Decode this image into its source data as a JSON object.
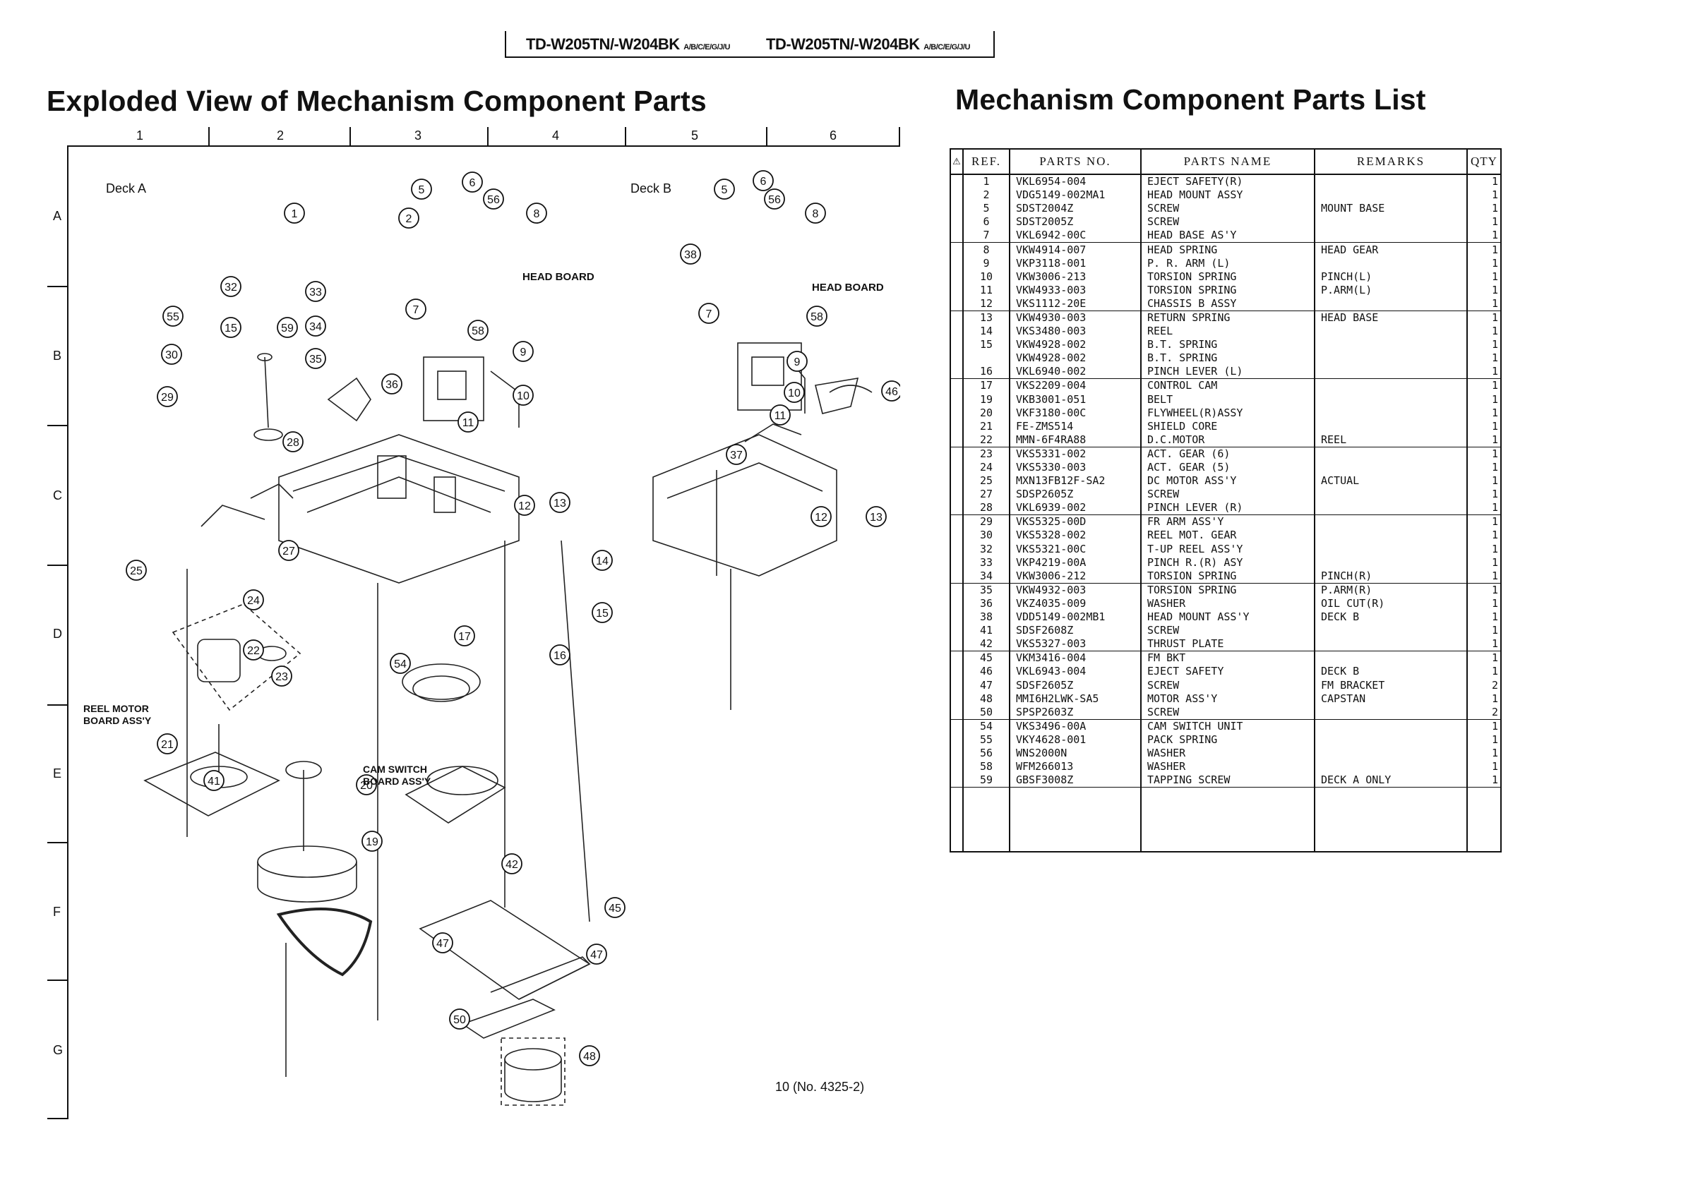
{
  "header": {
    "model_left": "TD-W205TN/-W204BK",
    "suffix_left": "A/B/C/E/G/J/U",
    "model_right": "TD-W205TN/-W204BK",
    "suffix_right": "A/B/C/E/G/J/U"
  },
  "exploded": {
    "title": "Exploded View of Mechanism Component Parts",
    "columns": [
      "1",
      "2",
      "3",
      "4",
      "5",
      "6"
    ],
    "rows": [
      "A",
      "B",
      "C",
      "D",
      "E",
      "F",
      "G"
    ],
    "deck_a": "Deck A",
    "deck_b": "Deck B",
    "head_board_a": "HEAD BOARD",
    "head_board_b": "HEAD BOARD",
    "reel_motor": "REEL MOTOR\nBOARD ASS'Y",
    "cam_switch": "CAM SWITCH\nBOARD ASS'Y",
    "callouts_a": [
      "1",
      "2",
      "5",
      "6",
      "56",
      "8",
      "32",
      "33",
      "55",
      "15",
      "59",
      "34",
      "7",
      "35",
      "30",
      "58",
      "9",
      "36",
      "29",
      "10",
      "28",
      "11",
      "27",
      "12",
      "13",
      "25",
      "24",
      "14",
      "22",
      "17",
      "15",
      "16",
      "23",
      "54",
      "21",
      "41",
      "20",
      "19",
      "42",
      "45",
      "47",
      "47",
      "50",
      "48"
    ],
    "callouts_b": [
      "5",
      "6",
      "56",
      "8",
      "38",
      "7",
      "58",
      "9",
      "10",
      "46",
      "11",
      "37",
      "12",
      "13"
    ]
  },
  "page_number": "10 (No. 4325-2)",
  "parts_list": {
    "title": "Mechanism Component Parts List",
    "headers": {
      "warn": "⚠",
      "ref": "REF.",
      "parts_no": "PARTS NO.",
      "parts_name": "PARTS NAME",
      "remarks": "REMARKS",
      "qty": "QTY"
    },
    "rows": [
      {
        "ref": "1",
        "no": "VKL6954-004",
        "name": "EJECT SAFETY(R)",
        "rem": "",
        "qty": "1"
      },
      {
        "ref": "2",
        "no": "VDG5149-002MA1",
        "name": "HEAD MOUNT ASSY",
        "rem": "",
        "qty": "1"
      },
      {
        "ref": "5",
        "no": "SDST2004Z",
        "name": "SCREW",
        "rem": "MOUNT BASE",
        "qty": "1"
      },
      {
        "ref": "6",
        "no": "SDST2005Z",
        "name": "SCREW",
        "rem": "",
        "qty": "1"
      },
      {
        "ref": "7",
        "no": "VKL6942-00C",
        "name": "HEAD BASE AS'Y",
        "rem": "",
        "qty": "1"
      },
      {
        "ref": "8",
        "no": "VKW4914-007",
        "name": "HEAD SPRING",
        "rem": "HEAD GEAR",
        "qty": "1"
      },
      {
        "ref": "9",
        "no": "VKP3118-001",
        "name": "P. R. ARM (L)",
        "rem": "",
        "qty": "1"
      },
      {
        "ref": "10",
        "no": "VKW3006-213",
        "name": "TORSION SPRING",
        "rem": "PINCH(L)",
        "qty": "1"
      },
      {
        "ref": "11",
        "no": "VKW4933-003",
        "name": "TORSION SPRING",
        "rem": "P.ARM(L)",
        "qty": "1"
      },
      {
        "ref": "12",
        "no": "VKS1112-20E",
        "name": "CHASSIS B ASSY",
        "rem": "",
        "qty": "1"
      },
      {
        "ref": "13",
        "no": "VKW4930-003",
        "name": "RETURN SPRING",
        "rem": "HEAD BASE",
        "qty": "1"
      },
      {
        "ref": "14",
        "no": "VKS3480-003",
        "name": "REEL",
        "rem": "",
        "qty": "1"
      },
      {
        "ref": "15",
        "no": "VKW4928-002",
        "name": "B.T. SPRING",
        "rem": "",
        "qty": "1"
      },
      {
        "ref": "",
        "no": "VKW4928-002",
        "name": "B.T. SPRING",
        "rem": "",
        "qty": "1"
      },
      {
        "ref": "16",
        "no": "VKL6940-002",
        "name": "PINCH LEVER (L)",
        "rem": "",
        "qty": "1"
      },
      {
        "ref": "17",
        "no": "VKS2209-004",
        "name": "CONTROL CAM",
        "rem": "",
        "qty": "1"
      },
      {
        "ref": "19",
        "no": "VKB3001-051",
        "name": "BELT",
        "rem": "",
        "qty": "1"
      },
      {
        "ref": "20",
        "no": "VKF3180-00C",
        "name": "FLYWHEEL(R)ASSY",
        "rem": "",
        "qty": "1"
      },
      {
        "ref": "21",
        "no": "FE-ZMS514",
        "name": "SHIELD CORE",
        "rem": "",
        "qty": "1"
      },
      {
        "ref": "22",
        "no": "MMN-6F4RA88",
        "name": "D.C.MOTOR",
        "rem": "REEL",
        "qty": "1"
      },
      {
        "ref": "23",
        "no": "VKS5331-002",
        "name": "ACT. GEAR (6)",
        "rem": "",
        "qty": "1"
      },
      {
        "ref": "24",
        "no": "VKS5330-003",
        "name": "ACT. GEAR (5)",
        "rem": "",
        "qty": "1"
      },
      {
        "ref": "25",
        "no": "MXN13FB12F-SA2",
        "name": "DC MOTOR ASS'Y",
        "rem": "ACTUAL",
        "qty": "1"
      },
      {
        "ref": "27",
        "no": "SDSP2605Z",
        "name": "SCREW",
        "rem": "",
        "qty": "1"
      },
      {
        "ref": "28",
        "no": "VKL6939-002",
        "name": "PINCH LEVER (R)",
        "rem": "",
        "qty": "1"
      },
      {
        "ref": "29",
        "no": "VKS5325-00D",
        "name": "FR ARM ASS'Y",
        "rem": "",
        "qty": "1"
      },
      {
        "ref": "30",
        "no": "VKS5328-002",
        "name": "REEL MOT. GEAR",
        "rem": "",
        "qty": "1"
      },
      {
        "ref": "32",
        "no": "VKS5321-00C",
        "name": "T-UP REEL ASS'Y",
        "rem": "",
        "qty": "1"
      },
      {
        "ref": "33",
        "no": "VKP4219-00A",
        "name": "PINCH R.(R) ASY",
        "rem": "",
        "qty": "1"
      },
      {
        "ref": "34",
        "no": "VKW3006-212",
        "name": "TORSION SPRING",
        "rem": "PINCH(R)",
        "qty": "1"
      },
      {
        "ref": "35",
        "no": "VKW4932-003",
        "name": "TORSION SPRING",
        "rem": "P.ARM(R)",
        "qty": "1"
      },
      {
        "ref": "36",
        "no": "VKZ4035-009",
        "name": "WASHER",
        "rem": "OIL CUT(R)",
        "qty": "1"
      },
      {
        "ref": "38",
        "no": "VDD5149-002MB1",
        "name": "HEAD MOUNT ASS'Y",
        "rem": "DECK B",
        "qty": "1"
      },
      {
        "ref": "41",
        "no": "SDSF2608Z",
        "name": "SCREW",
        "rem": "",
        "qty": "1"
      },
      {
        "ref": "42",
        "no": "VKS5327-003",
        "name": "THRUST PLATE",
        "rem": "",
        "qty": "1"
      },
      {
        "ref": "45",
        "no": "VKM3416-004",
        "name": "FM BKT",
        "rem": "",
        "qty": "1"
      },
      {
        "ref": "46",
        "no": "VKL6943-004",
        "name": "EJECT SAFETY",
        "rem": "DECK B",
        "qty": "1"
      },
      {
        "ref": "47",
        "no": "SDSF2605Z",
        "name": "SCREW",
        "rem": "FM BRACKET",
        "qty": "2"
      },
      {
        "ref": "48",
        "no": "MMI6H2LWK-SA5",
        "name": "MOTOR ASS'Y",
        "rem": "CAPSTAN",
        "qty": "1"
      },
      {
        "ref": "50",
        "no": "SPSP2603Z",
        "name": "SCREW",
        "rem": "",
        "qty": "2"
      },
      {
        "ref": "54",
        "no": "VKS3496-00A",
        "name": "CAM SWITCH UNIT",
        "rem": "",
        "qty": "1"
      },
      {
        "ref": "55",
        "no": "VKY4628-001",
        "name": "PACK SPRING",
        "rem": "",
        "qty": "1"
      },
      {
        "ref": "56",
        "no": "WNS2000N",
        "name": "WASHER",
        "rem": "",
        "qty": "1"
      },
      {
        "ref": "58",
        "no": "WFM266013",
        "name": "WASHER",
        "rem": "",
        "qty": "1"
      },
      {
        "ref": "59",
        "no": "GBSF3008Z",
        "name": "TAPPING SCREW",
        "rem": "DECK A ONLY",
        "qty": "1"
      }
    ],
    "group_starts": [
      0,
      5,
      10,
      15,
      20,
      25,
      30,
      35,
      40
    ]
  }
}
